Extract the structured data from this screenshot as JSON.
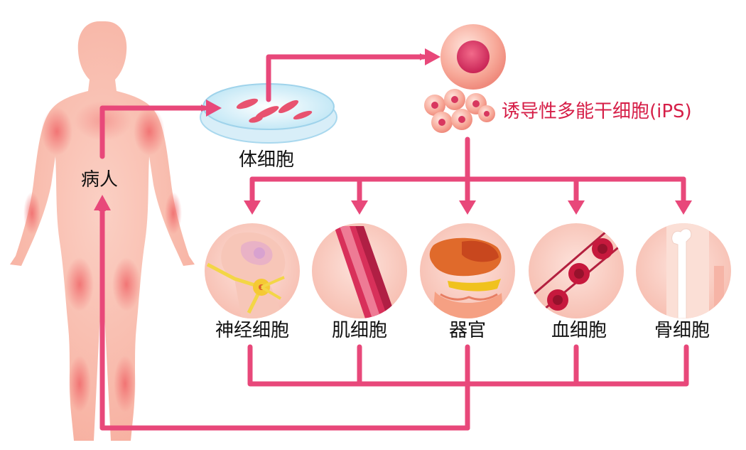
{
  "labels": {
    "patient": "病人",
    "somatic_cell": "体细胞",
    "ips_cell": "诱导性多能干细胞(iPS)"
  },
  "cell_types": [
    {
      "label": "神经细胞",
      "icon": "neuron-icon"
    },
    {
      "label": "肌细胞",
      "icon": "muscle-fiber-icon"
    },
    {
      "label": "器官",
      "icon": "organs-icon"
    },
    {
      "label": "血细胞",
      "icon": "blood-cells-icon"
    },
    {
      "label": "骨细胞",
      "icon": "bone-icon"
    }
  ],
  "colors": {
    "arrow": "#e8487a",
    "body": "#f9c3b6",
    "circle_bg": "#fbd4cb",
    "ips_text": "#d61f48"
  }
}
